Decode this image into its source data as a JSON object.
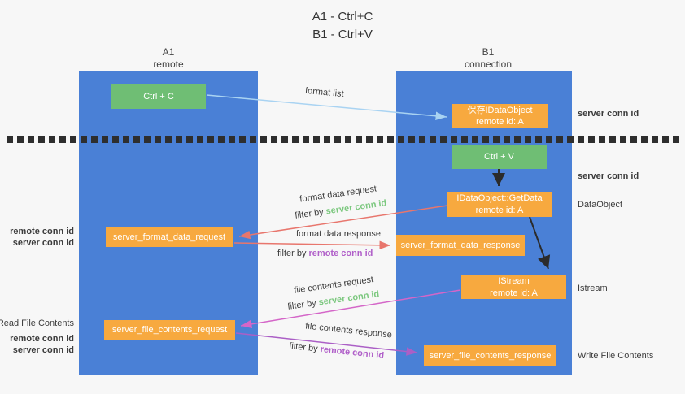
{
  "title": {
    "line1": "A1 - Ctrl+C",
    "line2": "B1 - Ctrl+V"
  },
  "columns": {
    "left": {
      "title": "A1",
      "subtitle": "remote"
    },
    "right": {
      "title": "B1",
      "subtitle": "connection"
    }
  },
  "nodes": {
    "ctrl_c": {
      "label": "Ctrl + C"
    },
    "save_idataobject": {
      "line1": "保存IDataObject",
      "line2": "remote id: A"
    },
    "ctrl_v": {
      "label": "Ctrl + V"
    },
    "getdata": {
      "line1": "IDataObject::GetData",
      "line2": "remote id: A"
    },
    "format_request": {
      "label": "server_format_data_request"
    },
    "format_response": {
      "label": "server_format_data_response"
    },
    "istream": {
      "line1": "IStream",
      "line2": "remote id: A"
    },
    "file_request": {
      "label": "server_file_contents_request"
    },
    "file_response": {
      "label": "server_file_contents_response"
    }
  },
  "flow_labels": {
    "format_list": "format list",
    "format_data_request": "format data request",
    "format_data_response": "format data response",
    "file_contents_request": "file contents request",
    "file_contents_response": "file contents response",
    "filter_by": "filter by ",
    "server_conn_id": "server conn id",
    "remote_conn_id": "remote conn id"
  },
  "side_labels": {
    "right_server_conn_id_1": "server conn id",
    "right_server_conn_id_2": "server conn id",
    "right_dataobject": "DataObject",
    "right_istream": "Istream",
    "right_write_file_contents": "Write File Contents",
    "left_remote_conn_id_1": "remote conn id",
    "left_server_conn_id_1": "server conn id",
    "left_read_file_contents": "Read File Contents",
    "left_remote_conn_id_2": "remote conn id",
    "left_server_conn_id_2": "server conn id"
  },
  "colors": {
    "column_blue": "#4a80d6",
    "box_green": "#6fbe74",
    "box_orange": "#f7a93f",
    "arrow_light_blue": "#a9d3f2",
    "arrow_black": "#2b2b2b",
    "arrow_red": "#e8766d",
    "arrow_magenta": "#d466c8",
    "arrow_purple": "#ab5fc6",
    "id_green": "#7cc87f",
    "id_purple": "#b05fc9",
    "background": "#f7f7f7"
  }
}
